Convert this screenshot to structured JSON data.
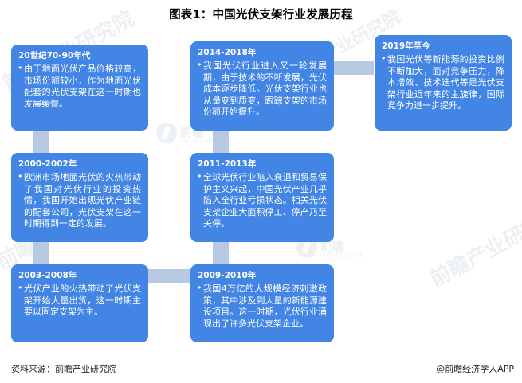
{
  "title": "图表1：中国光伏支架行业发展历程",
  "footer": {
    "source": "资料来源：前瞻产业研究院",
    "attribution": "@前瞻经济学人APP"
  },
  "colors": {
    "node_blue": "#4285e4",
    "connector_blue": "#b6c8e2",
    "text_white": "#ffffff",
    "title_black": "#000000"
  },
  "watermarks": {
    "brand": "前瞻",
    "brand_sub": "中国产业咨询领导者",
    "institute": "前瞻产业研究院"
  },
  "nodes": [
    {
      "id": "node-1970-1990",
      "period": "20世纪70-90年代",
      "body": "由于地面光伏产品价格较高，市场份额较小，作为地面光伏配套的光伏支架在这一时期也发展缓慢。"
    },
    {
      "id": "node-2000-2002",
      "period": "2000-2002年",
      "body": "欧洲市场地面光伏的火热带动了我国对光伏行业的投资热情，我国开始出现光伏产业链的配套公司，光伏支架在这一时期得到一定的发展。"
    },
    {
      "id": "node-2003-2008",
      "period": "2003-2008年",
      "body": "光伏产业的火热带动了光伏支架开始大量出货，这一时期主要以固定支架为主。"
    },
    {
      "id": "node-2009-2010",
      "period": "2009-2010年",
      "body": "我国4万亿的大规模经济刺激政策，其中涉及到大量的新能源建设项目。这一时期，光伏行业涌现出了许多光伏支架企业。"
    },
    {
      "id": "node-2011-2013",
      "period": "2011-2013年",
      "body": "全球光伏行业陷入衰退和贸易保护主义兴起，中国光伏产业几乎陷入全行业亏损状态。相关光伏支架企业大面积停工、停产乃至关停。"
    },
    {
      "id": "node-2014-2018",
      "period": "2014-2018年",
      "body": "我国光伏行业进入又一轮发展期，由于技术的不断发展，光伏成本逐步降低。光伏支架行业也从量变到质变，跟踪支架的市场份额开始提升。"
    },
    {
      "id": "node-2019-now",
      "period": "2019年至今",
      "body": "我国光伏等新能源的投资比例不断加大，面对竞争压力，降本增效、技术迭代等是光伏支架行业近年来的主旋律，国际竞争力进一步提升。"
    }
  ]
}
